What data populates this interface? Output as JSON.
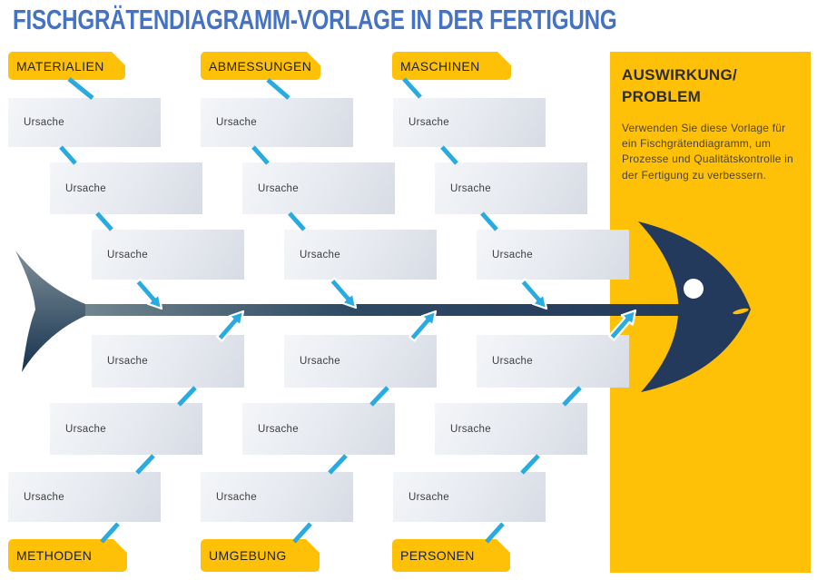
{
  "title": "FISCHGRÄTENDIAGRAMM-VORLAGE IN DER FERTIGUNG",
  "category_labels": {
    "top": [
      "MATERIALIEN",
      "ABMESSUNGEN",
      "MASCHINEN"
    ],
    "bottom": [
      "METHODEN",
      "UMGEBUNG",
      "PERSONEN"
    ]
  },
  "causes": [
    "Ursache",
    "Ursache",
    "Ursache",
    "Ursache",
    "Ursache",
    "Ursache",
    "Ursache",
    "Ursache",
    "Ursache",
    "Ursache",
    "Ursache",
    "Ursache",
    "Ursache",
    "Ursache",
    "Ursache",
    "Ursache",
    "Ursache",
    "Ursache"
  ],
  "effect_panel": {
    "heading": "AUSWIRKUNG/\nPROBLEM",
    "body": "Verwenden Sie diese Vorlage für ein Fischgrätendiagramm, um Prozesse und Qualitätskontrolle in der Fertigung zu verbessern."
  },
  "colors": {
    "accent_yellow": "#FFC107",
    "title_blue": "#4472C4",
    "connector_cyan": "#29ABE2",
    "fish_navy": "#243A5C"
  }
}
